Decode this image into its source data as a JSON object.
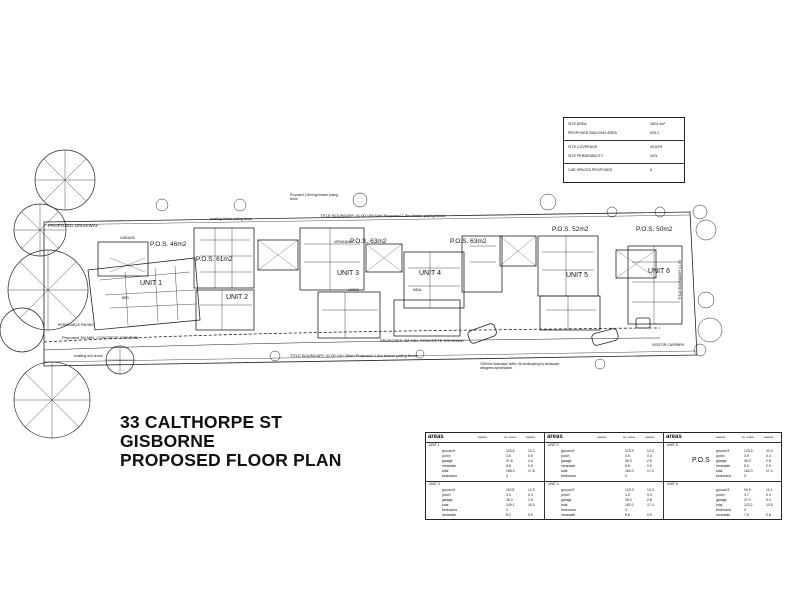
{
  "title": {
    "line1": "33 CALTHORPE ST",
    "line2": "GISBORNE",
    "line3": "PROPOSED FLOOR PLAN"
  },
  "site_table": {
    "rows": [
      {
        "label": "SITE AREA",
        "value": "2823.4m²"
      },
      {
        "label": "PROPOSED BUILDING AREA",
        "value": "925.2"
      },
      {
        "label": "SITE COVERAGE",
        "value": "45.63%"
      },
      {
        "label": "SITE PERMEABILITY",
        "value": "34%"
      },
      {
        "label": "CAR SPACES PROPOSED",
        "value": "8"
      }
    ]
  },
  "plan_labels": {
    "units": [
      "UNIT 1",
      "UNIT 2",
      "UNIT 3",
      "UNIT 4",
      "UNIT 5",
      "UNIT 6"
    ],
    "pos": [
      "P.O.S. 46m2",
      "P.O.S. 61m2",
      "P.O.S. 63m2",
      "P.O.S. 63m2",
      "P.O.S. 52m2",
      "P.O.S. 50m2"
    ],
    "garage": "GARAGE",
    "top_fence": "TITLE BOUNDARY 41.00    108.64m   Proposed 1.8m timber paling fence",
    "existing_fence_top": "existing timber paling fence",
    "bottom_fence": "TITLE BOUNDARY 41.00    100.384m   Proposed 1.8m timber paling fence",
    "proposed_driveway": "PROPOSED DRIVEWAY",
    "concrete_driveway_left": "Proposed 3M MIN. CONCRETE DRIVEWA",
    "concrete_driveway_mid": "PROPOSED 3M MIN. CONCRETE DRIVEWAY",
    "permeable_paving": "PERMEABLE PAVING",
    "existing_fence_bottom": "existing w/o fence",
    "visitor_carpark": "VISITOR CARPARK",
    "veranda": "VERANDAH",
    "living": "LIVING",
    "meal": "MEAL",
    "bed": "BED",
    "landscape_note": "1200mm landscape buffer. All landscaping by landscape designers specification",
    "drainage_note": "Proposed 1.8m high timber paling fence",
    "right_boundary": "TITLE BOUNDARY 41.00"
  },
  "areas_table": {
    "heading": "areas",
    "col_squares": "squares",
    "col_sqm": "sq. metres",
    "col_squares2": "squares",
    "pos_label": "P.O.S",
    "units": [
      {
        "name": "UNIT 1",
        "rows": [
          [
            "ground fl",
            "123.8",
            "13.3"
          ],
          [
            "porch",
            "3.5",
            "0.5"
          ],
          [
            "garage",
            "37.6",
            "4.0"
          ],
          [
            "verandah",
            "8.6",
            "0.9"
          ],
          [
            "total",
            "165.3",
            "17.8"
          ],
          [
            "bedrooms",
            "3",
            ""
          ]
        ]
      },
      {
        "name": "UNIT 2",
        "rows": [
          [
            "ground fl",
            "123.9",
            "13.3"
          ],
          [
            "porch",
            "3.5",
            "0.4"
          ],
          [
            "garage",
            "26.0",
            "2.8"
          ],
          [
            "verandah",
            "8.6",
            "0.9"
          ],
          [
            "total",
            "162.0",
            "17.4"
          ],
          [
            "bedrooms",
            "3",
            ""
          ]
        ]
      },
      {
        "name": "UNIT 5",
        "rows": [
          [
            "ground fl",
            "123.9",
            "13.3"
          ],
          [
            "porch",
            "3.5",
            "0.4"
          ],
          [
            "garage",
            "26.0",
            "2.8"
          ],
          [
            "verandah",
            "8.6",
            "0.9"
          ],
          [
            "total",
            "162.0",
            "17.4"
          ],
          [
            "bedrooms",
            "3",
            ""
          ]
        ]
      },
      {
        "name": "UNIT 3",
        "rows": [
          [
            "ground fl",
            "119.8",
            "12.9"
          ],
          [
            "porch",
            "3.3",
            "0.4"
          ],
          [
            "garage",
            "26.0",
            "2.8"
          ],
          [
            "total",
            "149.1",
            "16.0"
          ],
          [
            "bedrooms",
            "2",
            ""
          ],
          [
            "verandah",
            "8.2",
            "0.9"
          ]
        ]
      },
      {
        "name": "UNIT 4",
        "rows": [
          [
            "ground fl",
            "123.9",
            "13.3"
          ],
          [
            "porch",
            "3.5",
            "0.4"
          ],
          [
            "garage",
            "26.0",
            "2.8"
          ],
          [
            "total",
            "162.0",
            "17.4"
          ],
          [
            "bedrooms",
            "3",
            ""
          ],
          [
            "verandah",
            "8.6",
            "0.9"
          ]
        ]
      },
      {
        "name": "UNIT 6",
        "rows": [
          [
            "ground fl",
            "94.9",
            "10.1"
          ],
          [
            "porch",
            "3.7",
            "0.4"
          ],
          [
            "garage",
            "27.0",
            "3.0"
          ],
          [
            "total",
            "123.2",
            "13.5"
          ],
          [
            "bedrooms",
            "2",
            ""
          ],
          [
            "verandah",
            "7.5",
            "0.8"
          ]
        ]
      }
    ]
  }
}
